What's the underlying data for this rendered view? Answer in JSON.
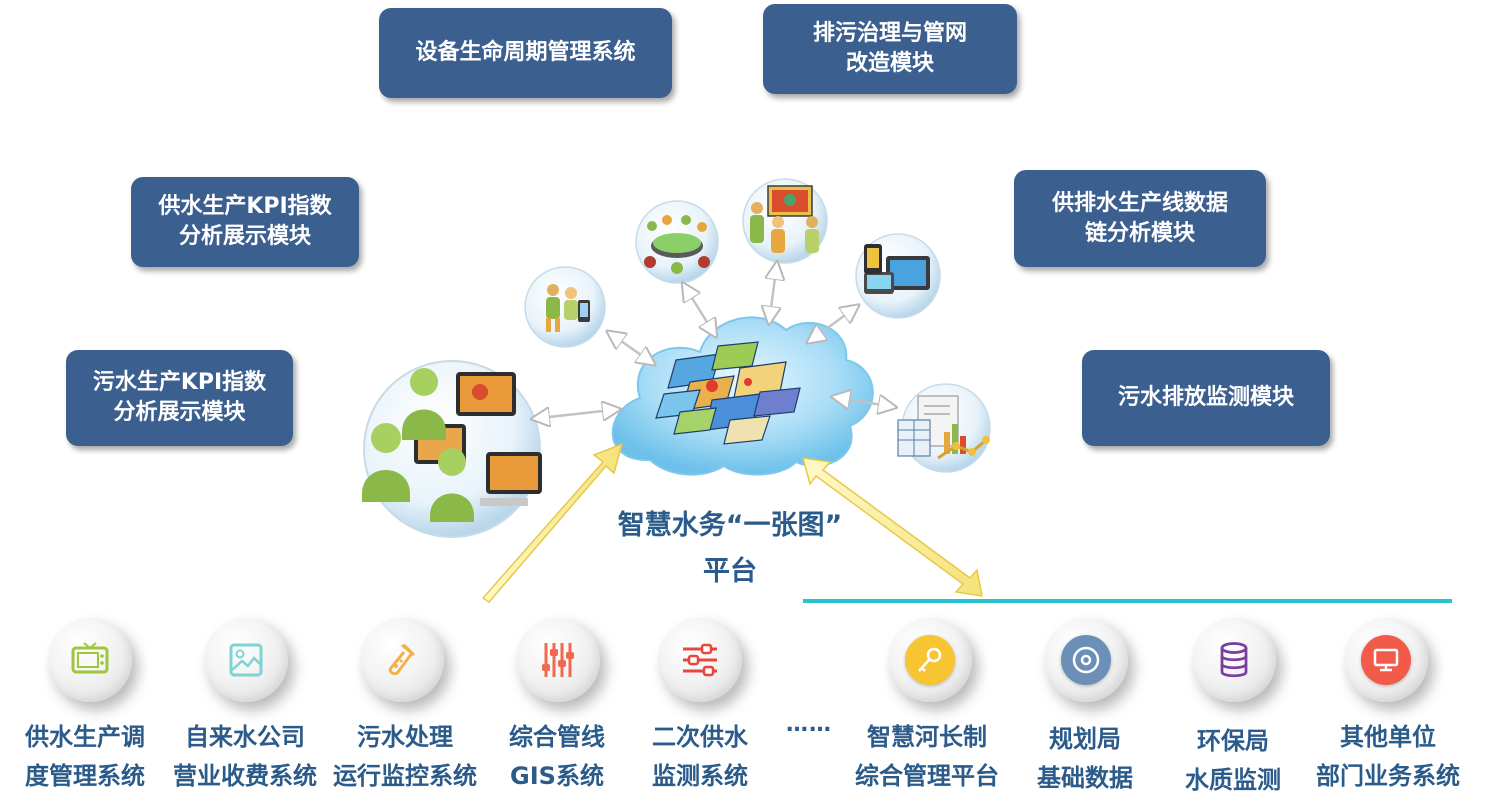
{
  "modules": [
    {
      "lines": [
        "设备生命周期管理系统"
      ]
    },
    {
      "lines": [
        "排污治理与管网",
        "改造模块"
      ]
    },
    {
      "lines": [
        "供水生产KPI指数",
        "分析展示模块"
      ]
    },
    {
      "lines": [
        "供排水生产线数据",
        "链分析模块"
      ]
    },
    {
      "lines": [
        "污水生产KPI指数",
        "分析展示模块"
      ]
    },
    {
      "lines": [
        "污水排放监测模块"
      ]
    }
  ],
  "platform": {
    "line1": "智慧水务“一张图”",
    "line2": "平台"
  },
  "systems": [
    {
      "icon": "tv-icon",
      "color": "#9fc63b",
      "lines": [
        "供水生产调",
        "度管理系统"
      ]
    },
    {
      "icon": "image-icon",
      "color": "#7fd3d3",
      "lines": [
        "自来水公司",
        "营业收费系统"
      ]
    },
    {
      "icon": "flask-icon",
      "color": "#f2b24a",
      "lines": [
        "污水处理",
        "运行监控系统"
      ]
    },
    {
      "icon": "equalizer-icon",
      "color": "#ef6a4f",
      "lines": [
        "综合管线",
        "GIS系统"
      ]
    },
    {
      "icon": "sliders-icon",
      "color": "#e8453c",
      "lines": [
        "二次供水",
        "监测系统"
      ]
    },
    {
      "icon": "key-icon",
      "color": "#f6c531",
      "lines": [
        "智慧河长制",
        "综合管理平台"
      ]
    },
    {
      "icon": "disc-icon",
      "color": "#6b8fb6",
      "lines": [
        "规划局",
        "基础数据"
      ]
    },
    {
      "icon": "database-icon",
      "color": "#7b3fa0",
      "lines": [
        "环保局",
        "水质监测"
      ]
    },
    {
      "icon": "monitor-icon",
      "color": "#f25b4a",
      "lines": [
        "其他单位",
        "部门业务系统"
      ]
    }
  ],
  "ellipsis": "……",
  "colors": {
    "module_bg": "#3b5f8e",
    "text_blue": "#2b5b8a",
    "line_green": "#a8c43b",
    "line_cyan": "#26c4cf",
    "cloud": "#8fd0f0"
  }
}
